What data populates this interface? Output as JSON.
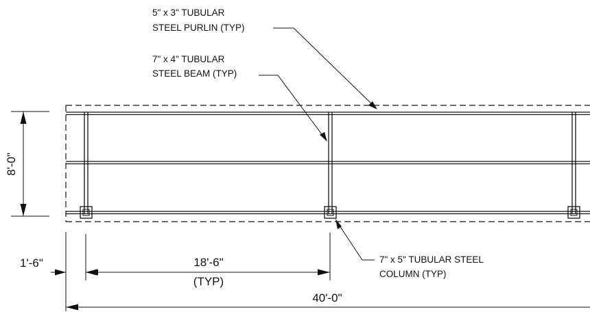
{
  "notes": {
    "purlin": {
      "line1": "5\" x 3\" TUBULAR",
      "line2": "STEEL PURLIN (TYP)"
    },
    "beam": {
      "line1": "7\" x 4\" TUBULAR",
      "line2": "STEEL BEAM (TYP)"
    },
    "column": {
      "line1": "7\" x 5\" TUBULAR STEEL",
      "line2": "COLUMN (TYP)"
    }
  },
  "dimensions": {
    "height": "8'-0\"",
    "offset": "1'-6\"",
    "spacing": "18'-6\"",
    "spacing_note": "(TYP)",
    "overall": "40'-0\""
  }
}
